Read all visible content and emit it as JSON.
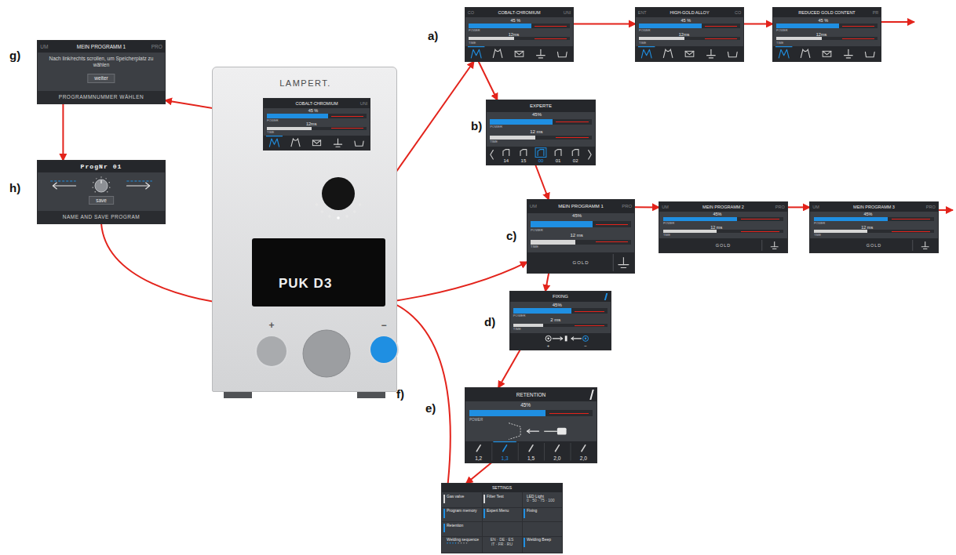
{
  "diagram": {
    "nodes": [
      {
        "text": [
          "UM",
          "MEIN PROGRAMM 1",
          "PRO",
          "Nach link/rechts scrollen, um Speicherplatz zu wählen",
          "weiter",
          "PROGRAMMNUMMER WÄHLEN"
        ]
      },
      {
        "text": [
          "ProgNr 01",
          "save",
          "NAME AND SAVE PROGRAM"
        ]
      },
      {
        "text": [
          "LAMPERT."
        ]
      },
      {
        "text": [
          "COBALT-CHROMIUM",
          "UNI",
          "45 %",
          "POWER",
          "12ms",
          "TIME"
        ],
        "in": 2
      },
      {
        "text": [
          "PUK D3"
        ],
        "in": 2
      },
      {
        "text": [
          "+"
        ],
        "in": 2
      },
      {
        "text": [
          "−"
        ],
        "in": 2
      },
      {
        "text": [
          "CO",
          "COBALT-CHROMIUM",
          "UNI",
          "45 %",
          "POWER",
          "12ms",
          "TIME"
        ]
      },
      {
        "text": [
          "ENT",
          "HIGH-GOLD ALLOY",
          "CO",
          "45 %",
          "POWER",
          "12ms",
          "TIME"
        ]
      },
      {
        "text": [
          "REDUCED GOLD CONTENT",
          "PR",
          "45 %",
          "POWER",
          "12ms",
          "TIME"
        ]
      },
      {
        "text": [
          "EXPERTE",
          "45%",
          "POWER",
          "12 ms",
          "TIME",
          "14",
          "15",
          "00",
          "01",
          "02"
        ]
      },
      {
        "text": [
          "UM",
          "MEIN PROGRAMM 1",
          "PRO",
          "45%",
          "POWER",
          "12 ms",
          "TIME",
          "GOLD"
        ]
      },
      {
        "text": [
          "UM",
          "MEIN PROGRAMM 2",
          "PRO",
          "45%",
          "POWER",
          "12 ms",
          "TIME",
          "GOLD"
        ]
      },
      {
        "text": [
          "UM",
          "MEIN PROGRAMM 3",
          "PRO",
          "45%",
          "POWER",
          "12 ms",
          "TIME",
          "GOLD"
        ]
      },
      {
        "text": [
          "FIXING",
          "45%",
          "POWER",
          "2 ms",
          "TIME",
          "+",
          "−"
        ]
      },
      {
        "text": [
          "RETENTION",
          "45%",
          "POWER",
          "1,2",
          "1,3",
          "1,5",
          "2,0",
          "2,0"
        ]
      },
      {
        "text": [
          "SETTINGS",
          "Gas valve",
          "Filter Test",
          "LED Light",
          "0 · 50 · 75 · 100",
          "Program memory",
          "Expert Menu",
          "Fixing",
          "Retention",
          "Welding sequence",
          "EN · DE · ES IT · FR · RU",
          "Welding Beep"
        ]
      }
    ],
    "edges": [
      {
        "from": 4,
        "to": 7,
        "arrow": "to"
      },
      {
        "from": 3,
        "to": 0,
        "arrow": "to"
      },
      {
        "from": 7,
        "to": 8,
        "arrow": "to"
      },
      {
        "from": 8,
        "to": 9,
        "arrow": "to"
      },
      {
        "from": 7,
        "to": 10,
        "arrow": "to"
      },
      {
        "from": 10,
        "to": 11,
        "arrow": "to"
      },
      {
        "from": 11,
        "to": 12,
        "arrow": "to"
      },
      {
        "from": 12,
        "to": 13,
        "arrow": "to"
      },
      {
        "from": 11,
        "to": 14,
        "arrow": "to"
      },
      {
        "from": 14,
        "to": 15,
        "arrow": "to"
      },
      {
        "from": 15,
        "to": 16,
        "arrow": "to"
      },
      {
        "from": 16,
        "to": 4,
        "arrow": "to"
      },
      {
        "from": 0,
        "to": 1,
        "arrow": "to"
      },
      {
        "from": 1,
        "to": 11,
        "arrow": "to"
      }
    ],
    "labels": [
      "a)",
      "b)",
      "c)",
      "d)",
      "e)",
      "f)",
      "g)",
      "h)"
    ]
  }
}
